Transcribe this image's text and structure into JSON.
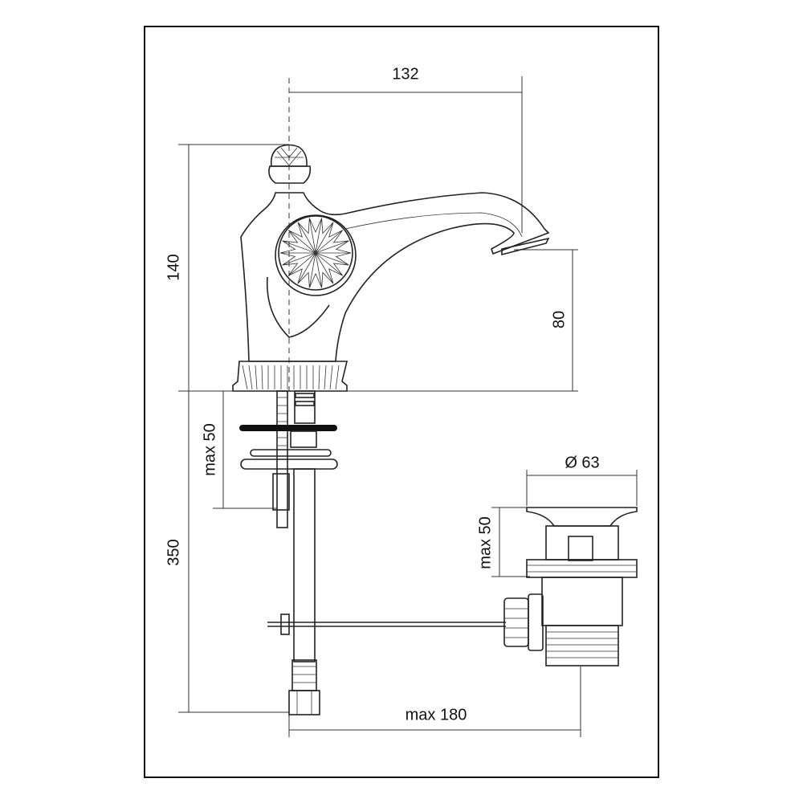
{
  "drawing": {
    "dimensions": {
      "spout_reach": "132",
      "total_height": "140",
      "spout_height": "80",
      "max_deck_thickness_tap": "max 50",
      "hose_length": "350",
      "drain_diameter": "Ø 63",
      "max_deck_thickness_drain": "max 50",
      "max_drain_distance": "max 180"
    }
  }
}
